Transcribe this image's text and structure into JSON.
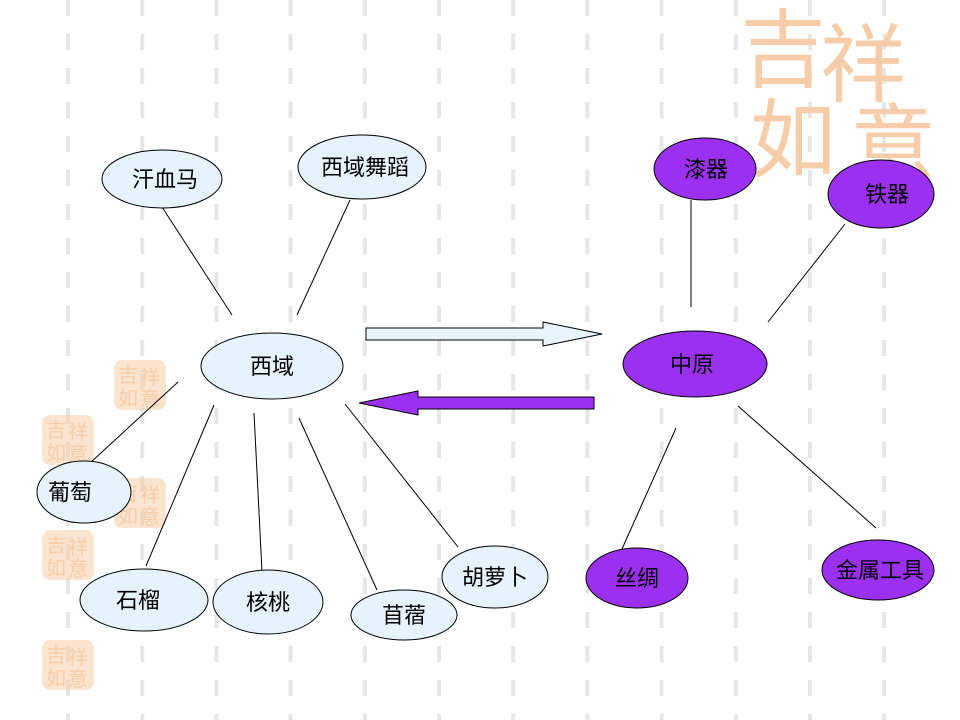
{
  "colors": {
    "west_fill": "#e6f3fc",
    "central_fill": "#9b30f0",
    "stroke": "#000000",
    "dash": "#e6e6e6",
    "watermark": "#f6cda8",
    "arrow_right_fill": "#e8f4fc",
    "arrow_left_fill": "#9b30f0"
  },
  "watermark": {
    "chars": [
      "吉",
      "祥",
      "如",
      "意"
    ]
  },
  "west": {
    "hub": "西域",
    "items": [
      "汗血马",
      "西域舞蹈",
      "葡萄",
      "石榴",
      "核桃",
      "苜蓿",
      "胡萝卜"
    ]
  },
  "central": {
    "hub": "中原",
    "items": [
      "漆器",
      "铁器",
      "丝绸",
      "金属工具"
    ]
  },
  "arrows": [
    "west-to-central",
    "central-to-west"
  ]
}
